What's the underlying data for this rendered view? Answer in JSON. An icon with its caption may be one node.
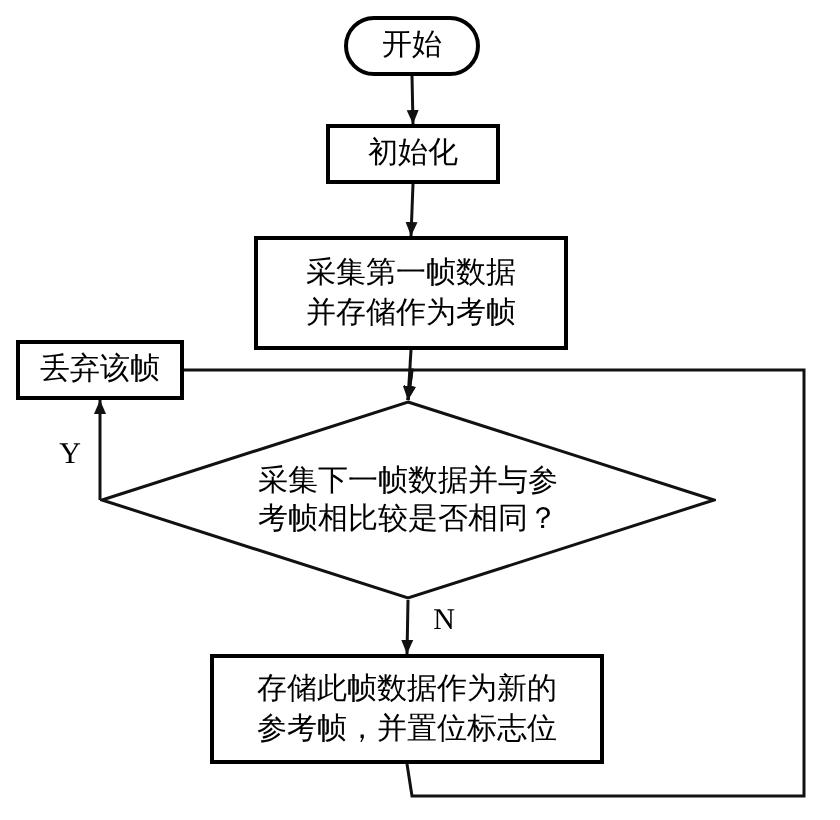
{
  "diagram": {
    "nodes": [
      {
        "text": [
          "开始"
        ]
      },
      {
        "text": [
          "初始化"
        ]
      },
      {
        "text": [
          "采集第一帧数据并存储作为考帧"
        ]
      },
      {
        "text": [
          "采集下一帧数据并与参考帧相比较是否相同？"
        ]
      },
      {
        "text": [
          "丢弃该帧"
        ]
      },
      {
        "text": [
          "存储此帧数据作为新的参考帧，并置位标志位"
        ]
      }
    ],
    "edges": [
      {
        "from": 0,
        "to": 1,
        "arrow": "to"
      },
      {
        "from": 1,
        "to": 2,
        "arrow": "to"
      },
      {
        "from": 2,
        "to": 3,
        "arrow": "to"
      },
      {
        "from": 3,
        "to": 4,
        "arrow": "to",
        "label": "Y"
      },
      {
        "from": 4,
        "to": 3,
        "arrow": "to"
      },
      {
        "from": 3,
        "to": 5,
        "arrow": "to",
        "label": "N"
      },
      {
        "from": 5,
        "to": 3,
        "arrow": "to"
      }
    ]
  }
}
